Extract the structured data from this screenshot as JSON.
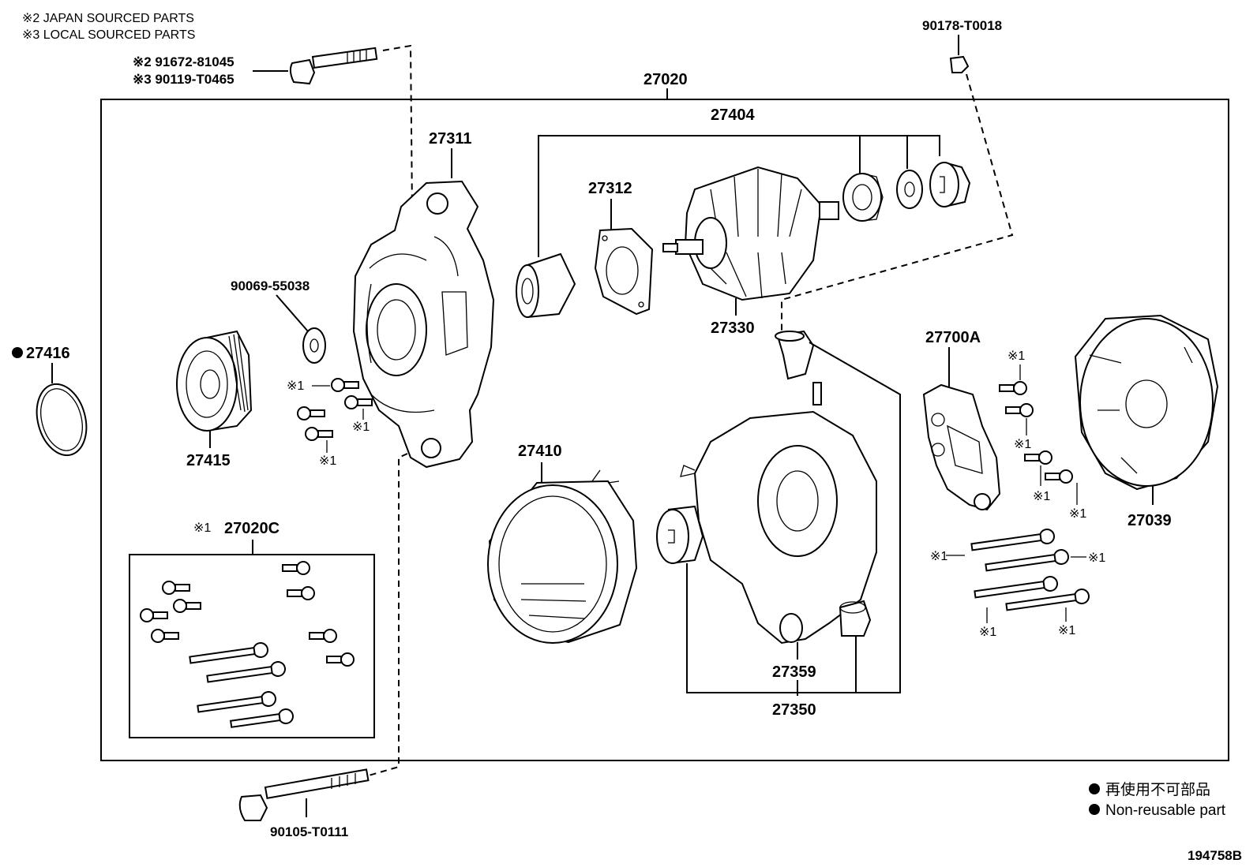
{
  "notes": {
    "japan": "※2 JAPAN SOURCED PARTS",
    "local": "※3 LOCAL SOURCED PARTS"
  },
  "labels": {
    "bolt_top_jp": "※2  91672-81045",
    "bolt_top_local": "※3  90119-T0465",
    "assembly": "27020",
    "frame_drive_end": "27311",
    "rotor_kit": "27404",
    "plate": "27312",
    "rotor": "27330",
    "pulley_washer": "90069-55038",
    "pulley": "27415",
    "oring_code": "27416",
    "stator": "27410",
    "regulator": "27700A",
    "rear_cover": "27039",
    "screw_kit": "27020C",
    "screw_kit_prefix": "※1",
    "terminal_insulator": "27359",
    "rear_frame_set": "27350",
    "nut_top": "90178-T0018",
    "bolt_bottom": "90105-T0111",
    "diagram_id": "194758B"
  },
  "marks": [
    "※1",
    "※1",
    "※1",
    "※1",
    "※1",
    "※1",
    "※1",
    "※1",
    "※1",
    "※1",
    "※1"
  ],
  "legend": {
    "jp_text": "再使用不可部品",
    "en_text": "Non-reusable part"
  }
}
